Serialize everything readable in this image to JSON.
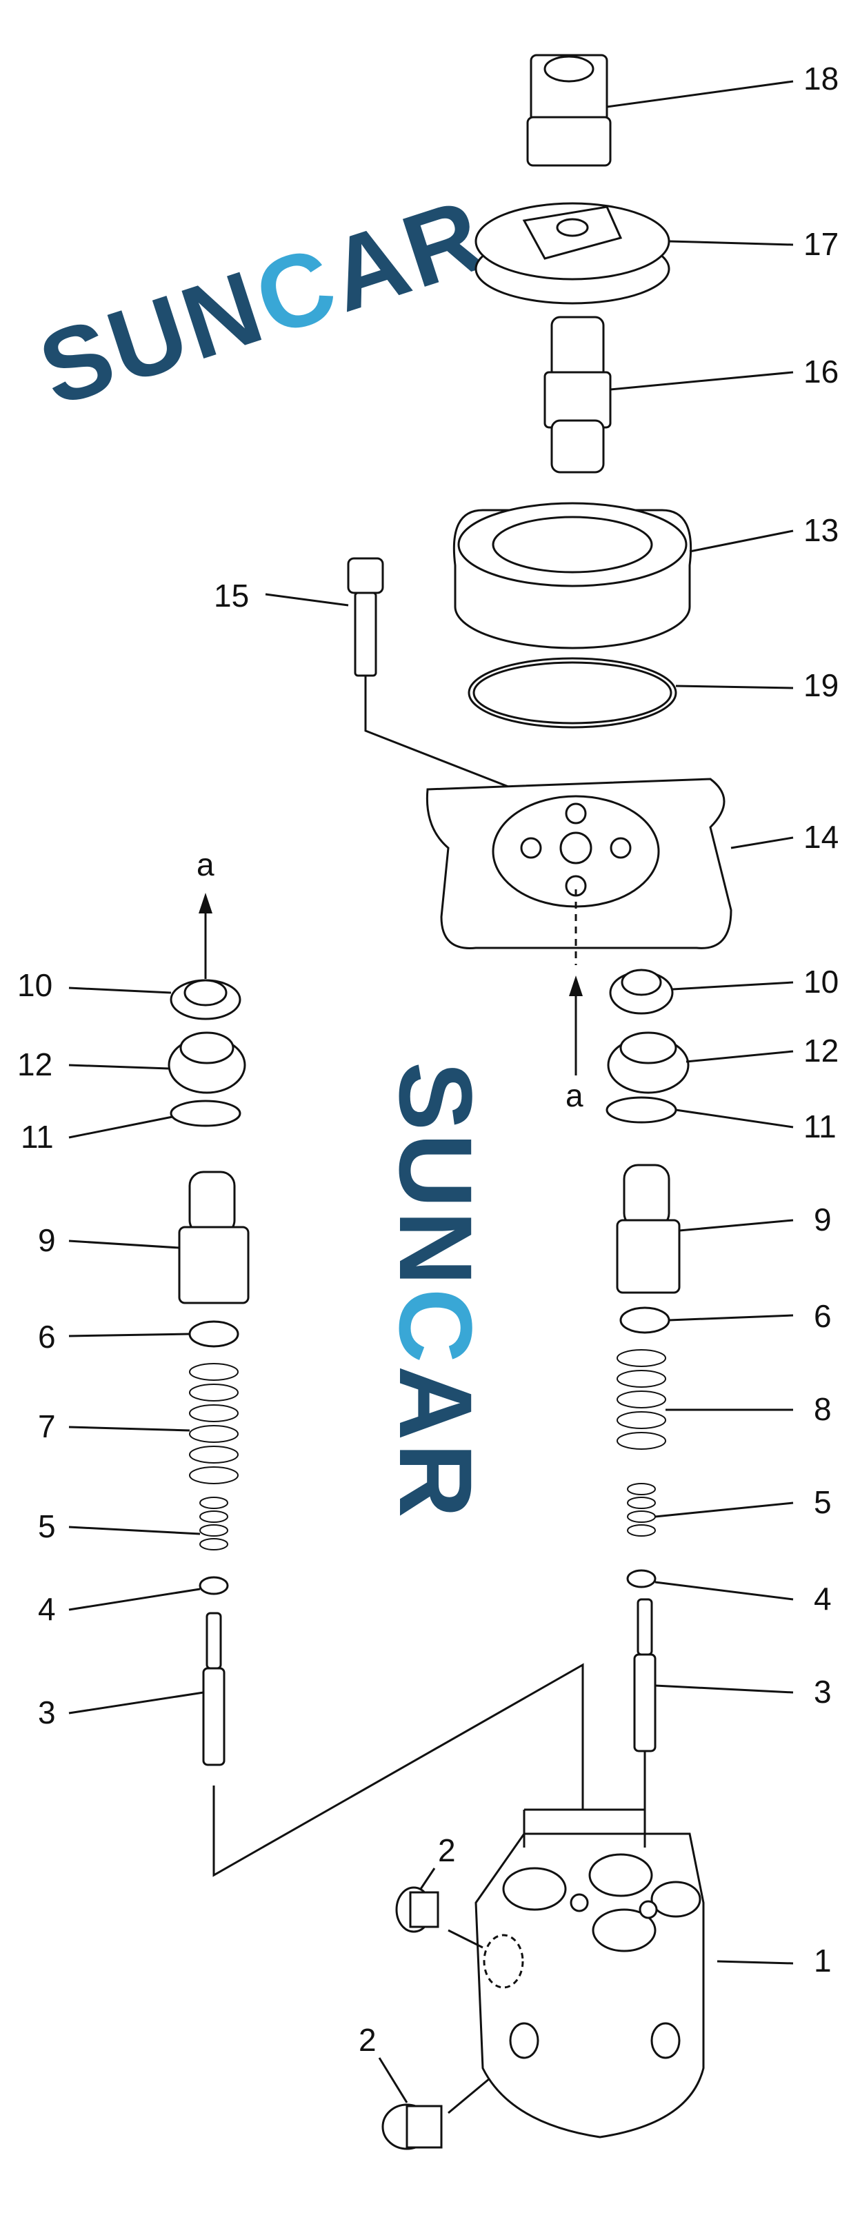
{
  "callouts": [
    "18",
    "17",
    "16",
    "13",
    "15",
    "19",
    "14",
    "10",
    "12",
    "11",
    "9",
    "6",
    "7",
    "5",
    "4",
    "3",
    "8",
    "2",
    "1"
  ],
  "labels": {
    "a_left": "a",
    "a_right": "a"
  },
  "watermark": {
    "left_text": "SUN",
    "accent": "C",
    "right_text": "AR"
  },
  "colors": {
    "brand": "#1f4d6e",
    "accent": "#39a7d6"
  }
}
